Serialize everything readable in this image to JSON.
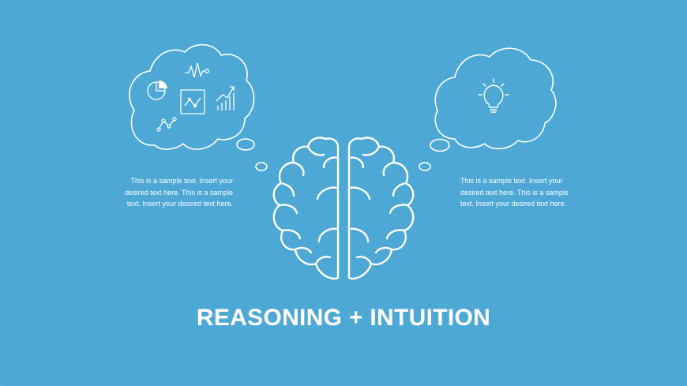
{
  "slide": {
    "background_color": "#4da8d6",
    "line_color": "#ffffff",
    "title": "REASONING + INTUITION",
    "left_text": "This is a sample text. Insert your\ndesired text  here. This is a sample\ntext. Insert your desired text here.",
    "right_text": "This is a sample text. Insert your\ndesired text  here. This is a sample\ntext. Insert your desired text here."
  },
  "left_bubble_icons": [
    "pie-chart-icon",
    "heartbeat-icon",
    "line-chart-icon",
    "growth-chart-icon",
    "trend-line-icon"
  ],
  "right_bubble_icons": [
    "lightbulb-icon"
  ],
  "center_icon": "brain-icon"
}
